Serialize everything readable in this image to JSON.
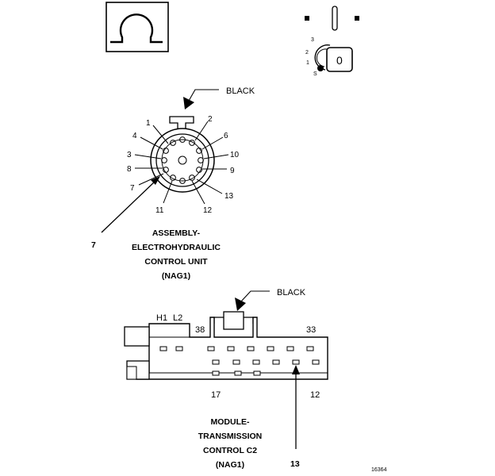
{
  "ohm_symbol": "Ω",
  "ignition": {
    "key_label": "0",
    "positions": [
      "3",
      "2",
      "1",
      "S"
    ]
  },
  "upper_connector": {
    "wire_color": "BLACK",
    "pins": [
      "1",
      "2",
      "4",
      "6",
      "3",
      "10",
      "8",
      "9",
      "7",
      "13",
      "11",
      "12"
    ],
    "callout": "7",
    "title_lines": [
      "ASSEMBLY-",
      "ELECTROHYDRAULIC",
      "CONTROL UNIT",
      "(NAG1)"
    ]
  },
  "lower_connector": {
    "wire_color": "BLACK",
    "labels": [
      "H1",
      "L2",
      "38",
      "33",
      "17",
      "12"
    ],
    "callout": "13",
    "title_lines": [
      "MODULE-",
      "TRANSMISSION",
      "CONTROL C2",
      "(NAG1)"
    ]
  },
  "figure_number": "16364"
}
